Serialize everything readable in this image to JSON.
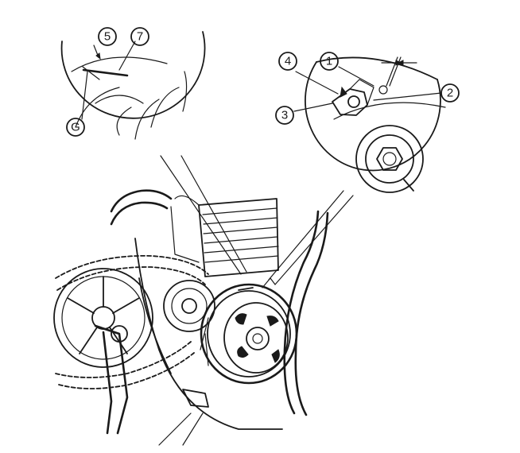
{
  "callouts": [
    {
      "id": "1",
      "label": "1"
    },
    {
      "id": "2",
      "label": "2"
    },
    {
      "id": "3",
      "label": "3"
    },
    {
      "id": "4",
      "label": "4"
    },
    {
      "id": "5",
      "label": "5"
    },
    {
      "id": "6",
      "label": "G"
    },
    {
      "id": "7",
      "label": "7"
    }
  ],
  "colors": {
    "ink": "#1a1a1a",
    "paper": "#ffffff"
  }
}
